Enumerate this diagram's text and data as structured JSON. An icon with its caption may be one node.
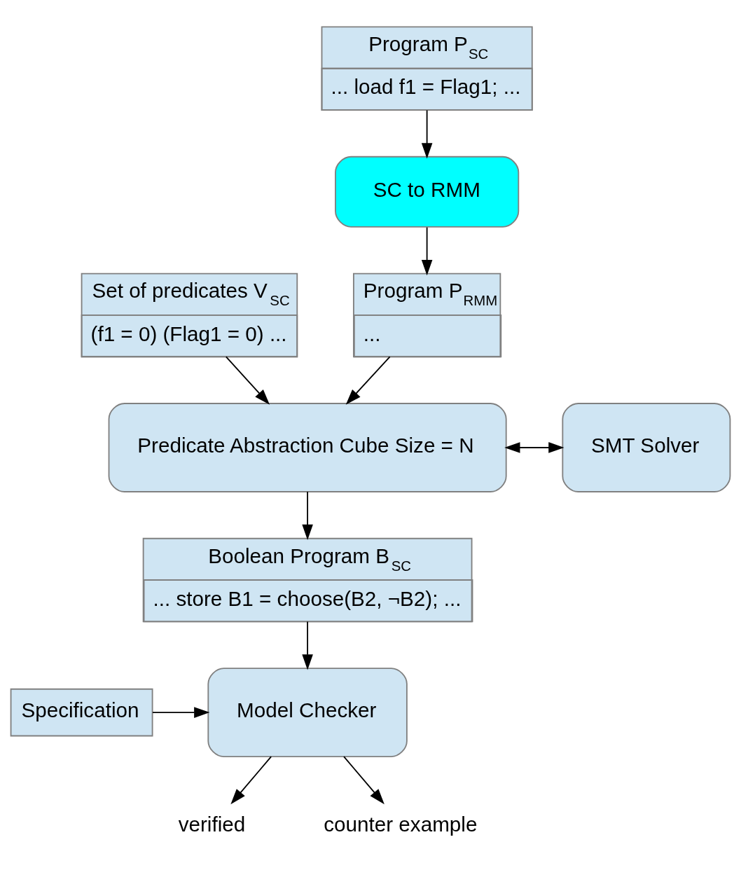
{
  "diagram": {
    "nodes": [
      {
        "text": [
          "Set of predicates V$_{SC}$",
          "(f1 = 0) (Flag1 = 0) ..."
        ]
      },
      {
        "text": [
          "Program P$_{SC}$",
          "... load f1 = Flag1; ..."
        ]
      },
      {
        "text": [
          "SC to RMM"
        ]
      },
      {
        "text": [
          "Program P$_{RMM}$",
          "..."
        ]
      },
      {
        "text": [
          "Predicate Abstraction Cube Size = N"
        ]
      },
      {
        "text": [
          "SMT Solver"
        ]
      },
      {
        "text": [
          "Boolean Program B$_{SC}$",
          "... store B1 = choose(B2, ¬B2); ..."
        ]
      },
      {
        "text": [
          "Model Checker"
        ]
      },
      {
        "text": [
          "Specification"
        ]
      },
      {
        "text": [
          "verified"
        ]
      },
      {
        "text": [
          "counter example"
        ]
      }
    ],
    "edges": [
      {
        "from": 0,
        "to": 4,
        "arrow": "to"
      },
      {
        "from": 1,
        "to": 2,
        "arrow": "to"
      },
      {
        "from": 2,
        "to": 3,
        "arrow": "to"
      },
      {
        "from": 3,
        "to": 4,
        "arrow": "to"
      },
      {
        "from": 4,
        "to": 5,
        "arrow": "both"
      },
      {
        "from": 4,
        "to": 6,
        "arrow": "to"
      },
      {
        "from": 6,
        "to": 7,
        "arrow": "to"
      },
      {
        "from": 8,
        "to": 7,
        "arrow": "to"
      },
      {
        "from": 7,
        "to": 9,
        "arrow": "to"
      },
      {
        "from": 7,
        "to": 10,
        "arrow": "to"
      }
    ]
  }
}
